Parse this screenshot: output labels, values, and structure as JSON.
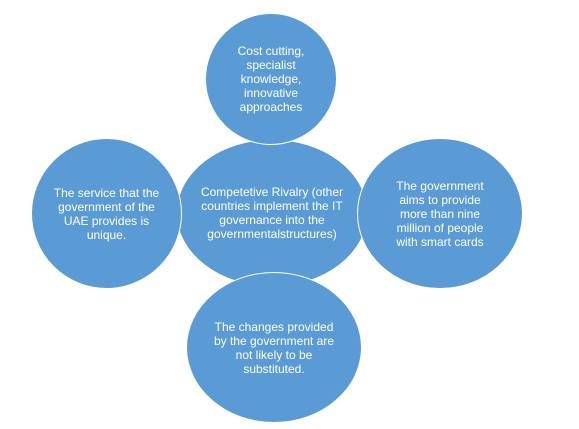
{
  "diagram": {
    "center": {
      "lines": [
        "Competetive Rivalry (other",
        "countries implement the IT",
        "governance into the",
        "governmentalstructures)"
      ]
    },
    "top": {
      "lines": [
        "Cost cutting,",
        "specialist",
        "knowledge,",
        "innovative",
        "approaches"
      ]
    },
    "left": {
      "lines": [
        "The service that the",
        "government of the",
        "UAE provides is",
        "unique."
      ]
    },
    "right": {
      "lines": [
        "The government",
        "aims to provide",
        "more than nine",
        "million of people",
        "with smart cards"
      ]
    },
    "bottom": {
      "lines": [
        "The changes provided",
        "by the government are",
        "not likely to be",
        "substituted."
      ]
    },
    "colors": {
      "circle_fill": "#5b9bd5",
      "circle_stroke": "#ffffff",
      "text": "#ffffff"
    }
  }
}
